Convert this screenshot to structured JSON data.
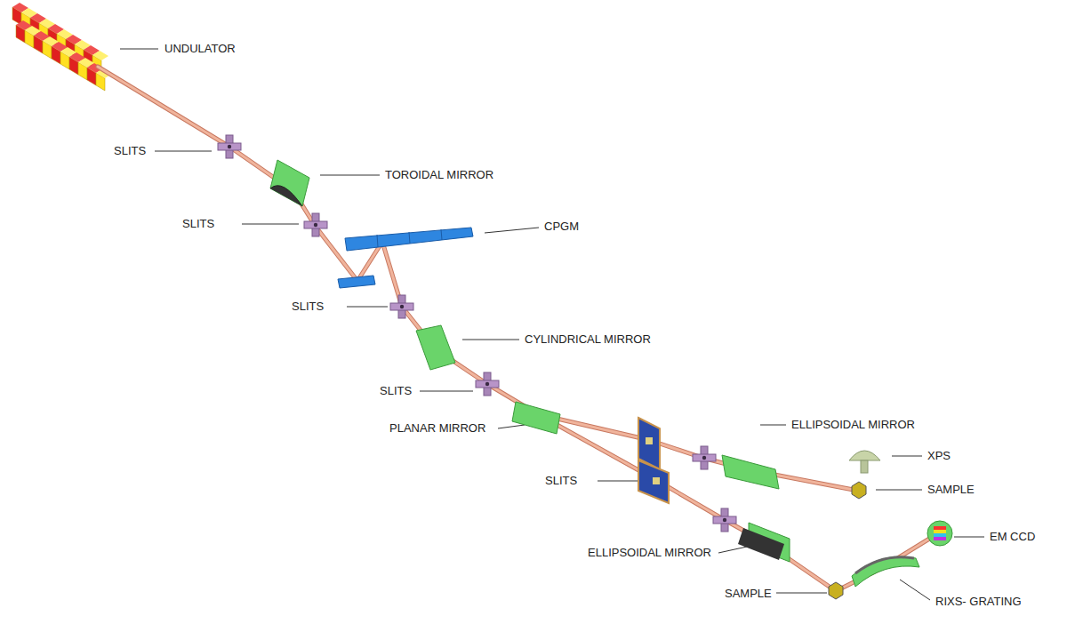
{
  "diagram": {
    "labels": [
      "UNDULATOR",
      "SLITS",
      "TOROIDAL MIRROR",
      "SLITS",
      "CPGM",
      "SLITS",
      "CYLINDRICAL MIRROR",
      "SLITS",
      "PLANAR MIRROR",
      "ELLIPSOIDAL MIRROR",
      "XPS",
      "SLITS",
      "SAMPLE",
      "ELLIPSOIDAL MIRROR",
      "SAMPLE",
      "EM CCD",
      "RIXS- GRATING"
    ]
  }
}
